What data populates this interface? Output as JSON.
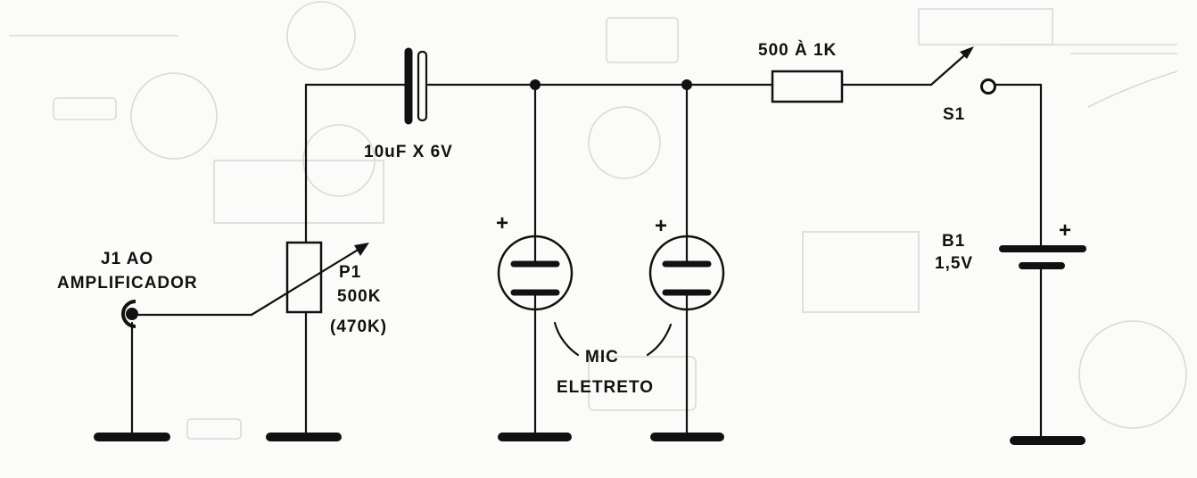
{
  "labels": {
    "capacitor": "10uF X 6V",
    "resistor": "500 À 1K",
    "switch": "S1",
    "battery_name": "B1",
    "battery_value": "1,5V",
    "jack_line1": "J1 AO",
    "jack_line2": "AMPLIFICADOR",
    "pot_name": "P1",
    "pot_value": "500K",
    "pot_alt": "(470K)",
    "mic_line1": "MIC",
    "mic_line2": "ELETRETO",
    "plus": "+"
  }
}
